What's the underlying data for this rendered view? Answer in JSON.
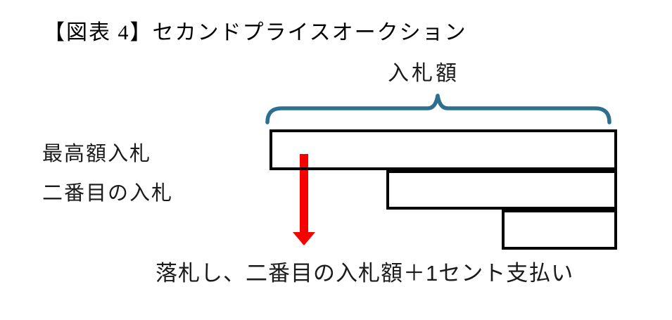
{
  "figure": {
    "title": "【図表 4】セカンドプライスオークション",
    "brace_label": "入札額",
    "bars": [
      {
        "label": "最高額入札",
        "relative_length": 1.0
      },
      {
        "label": "二番目の入札",
        "relative_length": 0.66
      },
      {
        "label": "",
        "relative_length": 0.33
      }
    ],
    "annotation": "落札し、二番目の入札額＋1セント支払い",
    "colors": {
      "brace": "#2E6E8E",
      "arrow": "#F80000",
      "bar_border": "#000000"
    }
  }
}
